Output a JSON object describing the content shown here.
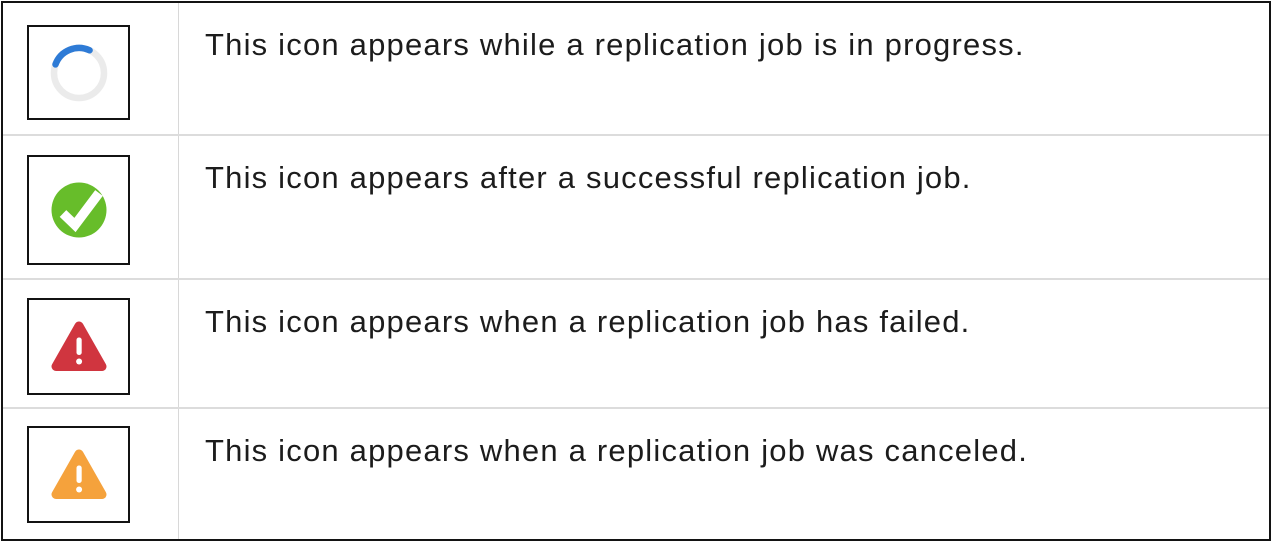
{
  "table": {
    "rows": [
      {
        "icon": "in-progress-spinner-icon",
        "description": "This icon appears while a replication job is in progress."
      },
      {
        "icon": "success-check-icon",
        "description": "This icon appears after a successful replication job."
      },
      {
        "icon": "failed-warning-icon",
        "description": "This icon appears when a replication job has failed."
      },
      {
        "icon": "canceled-warning-icon",
        "description": "This icon appears when a replication job was canceled."
      }
    ]
  },
  "colors": {
    "spinner_blue": "#2e7bd6",
    "spinner_track": "#ebebeb",
    "success_green": "#67bd2a",
    "failed_red": "#d0353f",
    "canceled_orange": "#f5a23c",
    "divider_gray": "#d8d8d8",
    "frame_black": "#131313",
    "icon_glyph_white": "#ffffff"
  }
}
